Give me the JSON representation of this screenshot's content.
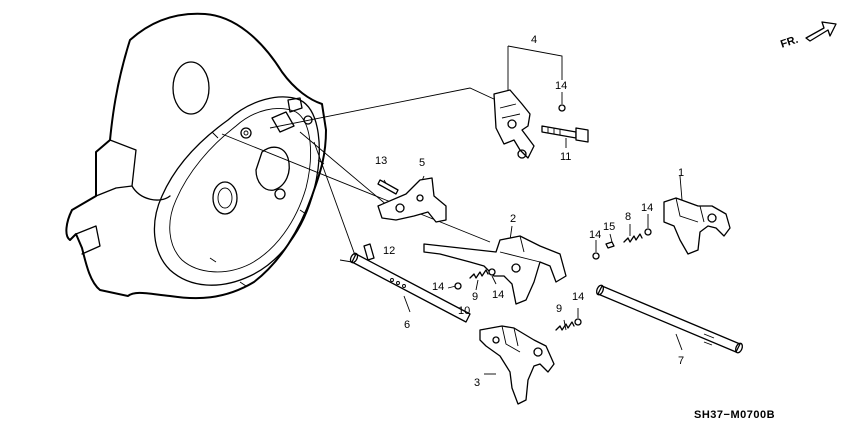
{
  "orientation": {
    "label": "FR."
  },
  "diagram_code": "SH37−M0700B",
  "callouts": {
    "c1": "1",
    "c2": "2",
    "c3": "3",
    "c4": "4",
    "c5": "5",
    "c6": "6",
    "c7": "7",
    "c8": "8",
    "c9a": "9",
    "c9b": "9",
    "c10": "10",
    "c11": "11",
    "c12": "12",
    "c13": "13",
    "c14a": "14",
    "c14b": "14",
    "c14c": "14",
    "c14d": "14",
    "c14e": "14",
    "c14f": "14",
    "c15": "15"
  }
}
